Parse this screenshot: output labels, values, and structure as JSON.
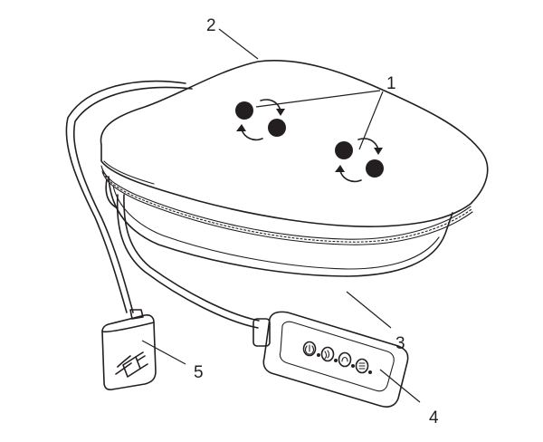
{
  "diagram": {
    "parts": [
      {
        "id": "massage-heads",
        "callout": "1"
      },
      {
        "id": "cushion-top",
        "callout": "2"
      },
      {
        "id": "base-edge",
        "callout": "3"
      },
      {
        "id": "control-panel",
        "callout": "4"
      },
      {
        "id": "power-adapter",
        "callout": "5"
      }
    ],
    "icons": [
      "rotation-arrows-icon",
      "power-icon",
      "heat-icon",
      "mode-icon",
      "intensity-icon",
      "plug-icon"
    ],
    "colors": {
      "line": "#231f20",
      "background": "#ffffff"
    }
  }
}
